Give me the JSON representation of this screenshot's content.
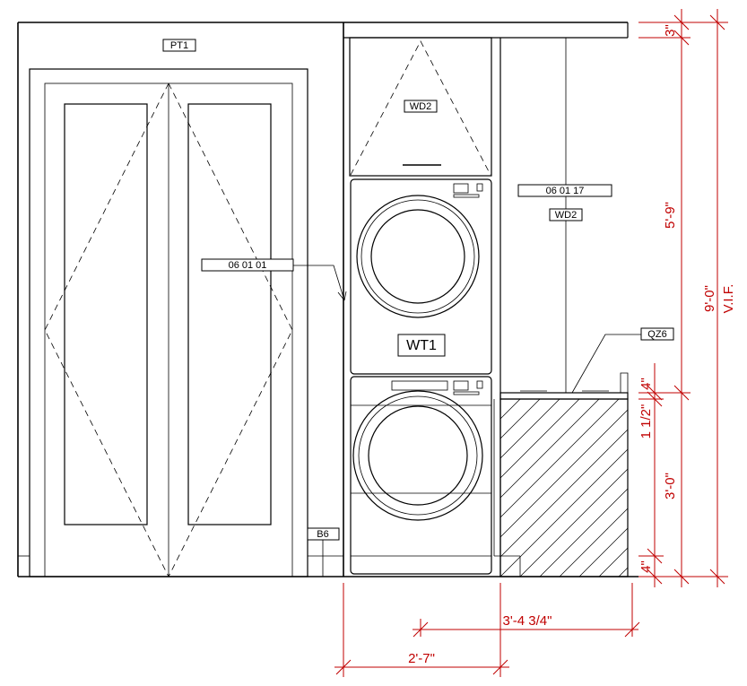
{
  "tags": {
    "pt1": "PT1",
    "wd2_cabinet": "WD2",
    "wd2_panel": "WD2",
    "section_panel": "06 01 17",
    "section_door": "06 01 01",
    "wt1": "WT1",
    "b6": "B6",
    "qz6": "QZ6"
  },
  "dimensions": {
    "top_3": "3\"",
    "upper_5_9": "5'-9\"",
    "overall_9_0": "9'-0\"",
    "overall_vif": "V.I.F.",
    "counter_4": "4\"",
    "counter_1_5": "1 1/2\"",
    "base_3_0": "3'-0\"",
    "kick_4": "4\"",
    "width_3_4_3_4": "3'-4 3/4\"",
    "width_2_7": "2'-7\""
  },
  "colors": {
    "linework": "#000000",
    "dimension": "#c00000",
    "background": "#ffffff"
  }
}
